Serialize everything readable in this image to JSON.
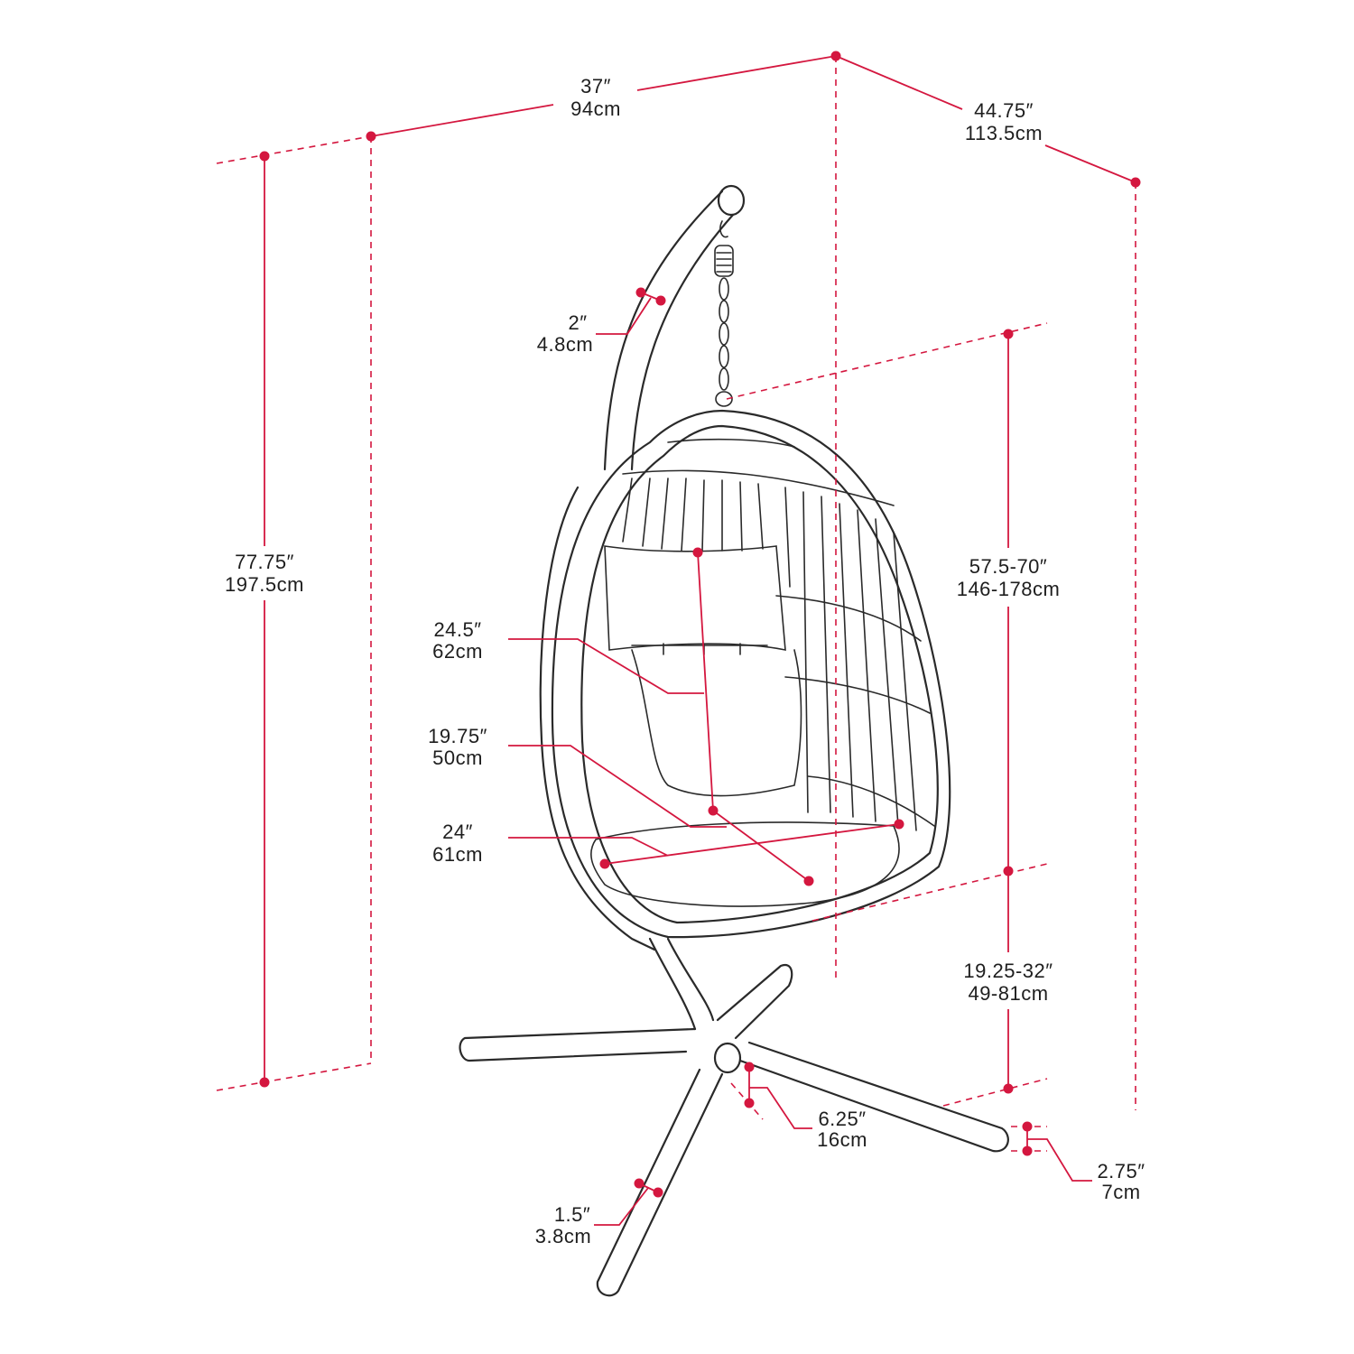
{
  "accent_color": "#d4173f",
  "dimensions": {
    "width": {
      "imperial": "37″",
      "metric": "94cm"
    },
    "depth": {
      "imperial": "44.75″",
      "metric": "113.5cm"
    },
    "total_height": {
      "imperial": "77.75″",
      "metric": "197.5cm"
    },
    "stand_tube": {
      "imperial": "2″",
      "metric": "4.8cm"
    },
    "seat_height_range": {
      "imperial": "57.5-70″",
      "metric": "146-178cm"
    },
    "ground_clearance_range": {
      "imperial": "19.25-32″",
      "metric": "49-81cm"
    },
    "back_height": {
      "imperial": "24.5″",
      "metric": "62cm"
    },
    "seat_depth": {
      "imperial": "19.75″",
      "metric": "50cm"
    },
    "seat_width": {
      "imperial": "24″",
      "metric": "61cm"
    },
    "base_hub": {
      "imperial": "6.25″",
      "metric": "16cm"
    },
    "foot_height": {
      "imperial": "2.75″",
      "metric": "7cm"
    },
    "leg_tube": {
      "imperial": "1.5″",
      "metric": "3.8cm"
    }
  }
}
